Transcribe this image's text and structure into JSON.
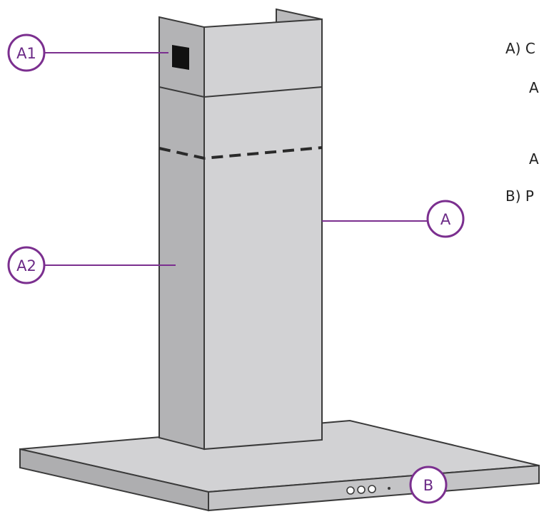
{
  "callouts": {
    "a1": "A1",
    "a2": "A2",
    "a": "A",
    "b": "B"
  },
  "legend": {
    "line1": "A) C",
    "line2": "A",
    "line3": "A",
    "line4": "B) P"
  },
  "colors": {
    "callout": "#7b2f8f",
    "outline": "#3a3a3a"
  }
}
